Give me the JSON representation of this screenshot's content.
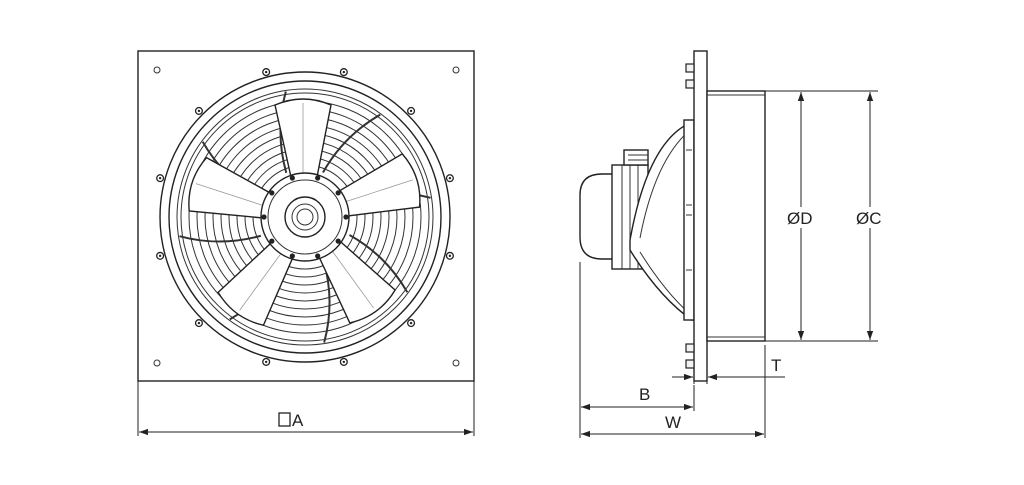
{
  "labels": {
    "A": "A",
    "B": "B",
    "W": "W",
    "T": "T",
    "D": "ØD",
    "C": "ØC"
  }
}
